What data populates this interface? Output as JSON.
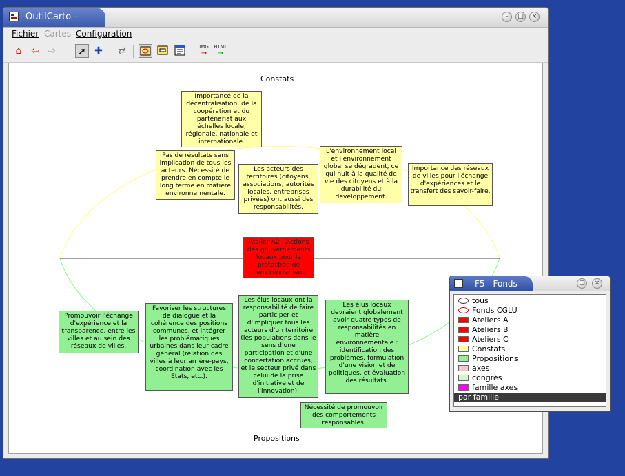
{
  "window": {
    "title": "OutilCarto -"
  },
  "menu": {
    "file": "Fichier",
    "maps": "Cartes",
    "config": "Configuration"
  },
  "toolbar": {
    "img_label": "IMG",
    "html_label": "HTML"
  },
  "canvas": {
    "top_label": "Constats",
    "bottom_label": "Propositions",
    "colors": {
      "ellipse_top": "#ffff80",
      "ellipse_bottom": "#80ff80",
      "yellow": "#ffffa8",
      "green": "#93ef93",
      "red": "#ff0000"
    },
    "center_note": "Atelier A2 - Actions des gouvernements locaux pour la protection de l'environnement",
    "yellow_notes": [
      "Importance de la décentralisation, de la coopération et du partenariat aux échelles locale, régionale, nationale et internationale.",
      "Pas de résultats sans implication de tous les acteurs. Nécessité de prendre en compte le long terme en matière environnementale.",
      "Les acteurs des territoires (citoyens, associations, autorités locales, entreprises privées) ont aussi des responsabilités.",
      "L'environnement local et l'environnement global se dégradent, ce qui nuit à la qualité de vie des citoyens et à la durabilité du développement.",
      "Importance des réseaux de villes pour l'échange d'expériences et le transfert des savoir-faire."
    ],
    "green_notes": [
      "Promouvoir l'échange d'expérience et la transparence, entre les villes et au sein des réseaux de villes.",
      "Favoriser les structures de dialogue et la cohérence des positions communes, et intégrer les problématiques urbaines dans leur cadre général (relation des villes à leur arrière-pays, coordination avec les Etats, etc.).",
      "Les élus locaux ont la responsabilité de faire participer et d'impliquer tous les acteurs d'un territoire (les populations dans le sens d'une participation et d'une concertation accrues, et le secteur privé dans celui de la prise d'initiative et de l'innovation).",
      "Les élus locaux devraient globalement avoir quatre types de responsabilités en matière environnementale : identification des problèmes, formulation d'une vision et de politiques, et évaluation des résultats.",
      "Nécessité de promouvoir des comportements responsables."
    ]
  },
  "f5": {
    "title": "F5 - Fonds",
    "items": [
      {
        "label": "tous",
        "kind": "eye",
        "color": "#333333"
      },
      {
        "label": "Fonds CGLU",
        "kind": "eye",
        "color": "#cc0000"
      },
      {
        "label": "Ateliers A",
        "kind": "swatch",
        "color": "#ff0000"
      },
      {
        "label": "Ateliers B",
        "kind": "swatch",
        "color": "#ff0000"
      },
      {
        "label": "Ateliers C",
        "kind": "swatch",
        "color": "#ff0000"
      },
      {
        "label": "Constats",
        "kind": "swatch",
        "color": "#ffffa8"
      },
      {
        "label": "Propositions",
        "kind": "swatch",
        "color": "#93ef93"
      },
      {
        "label": "axes",
        "kind": "swatch",
        "color": "#f5c8c8"
      },
      {
        "label": "congrès",
        "kind": "swatch",
        "color": "#d7f5c8"
      },
      {
        "label": "famille axes",
        "kind": "swatch",
        "color": "#ff00ff"
      },
      {
        "label": "par famille",
        "kind": "selected",
        "color": "#3a3a3a"
      }
    ]
  }
}
